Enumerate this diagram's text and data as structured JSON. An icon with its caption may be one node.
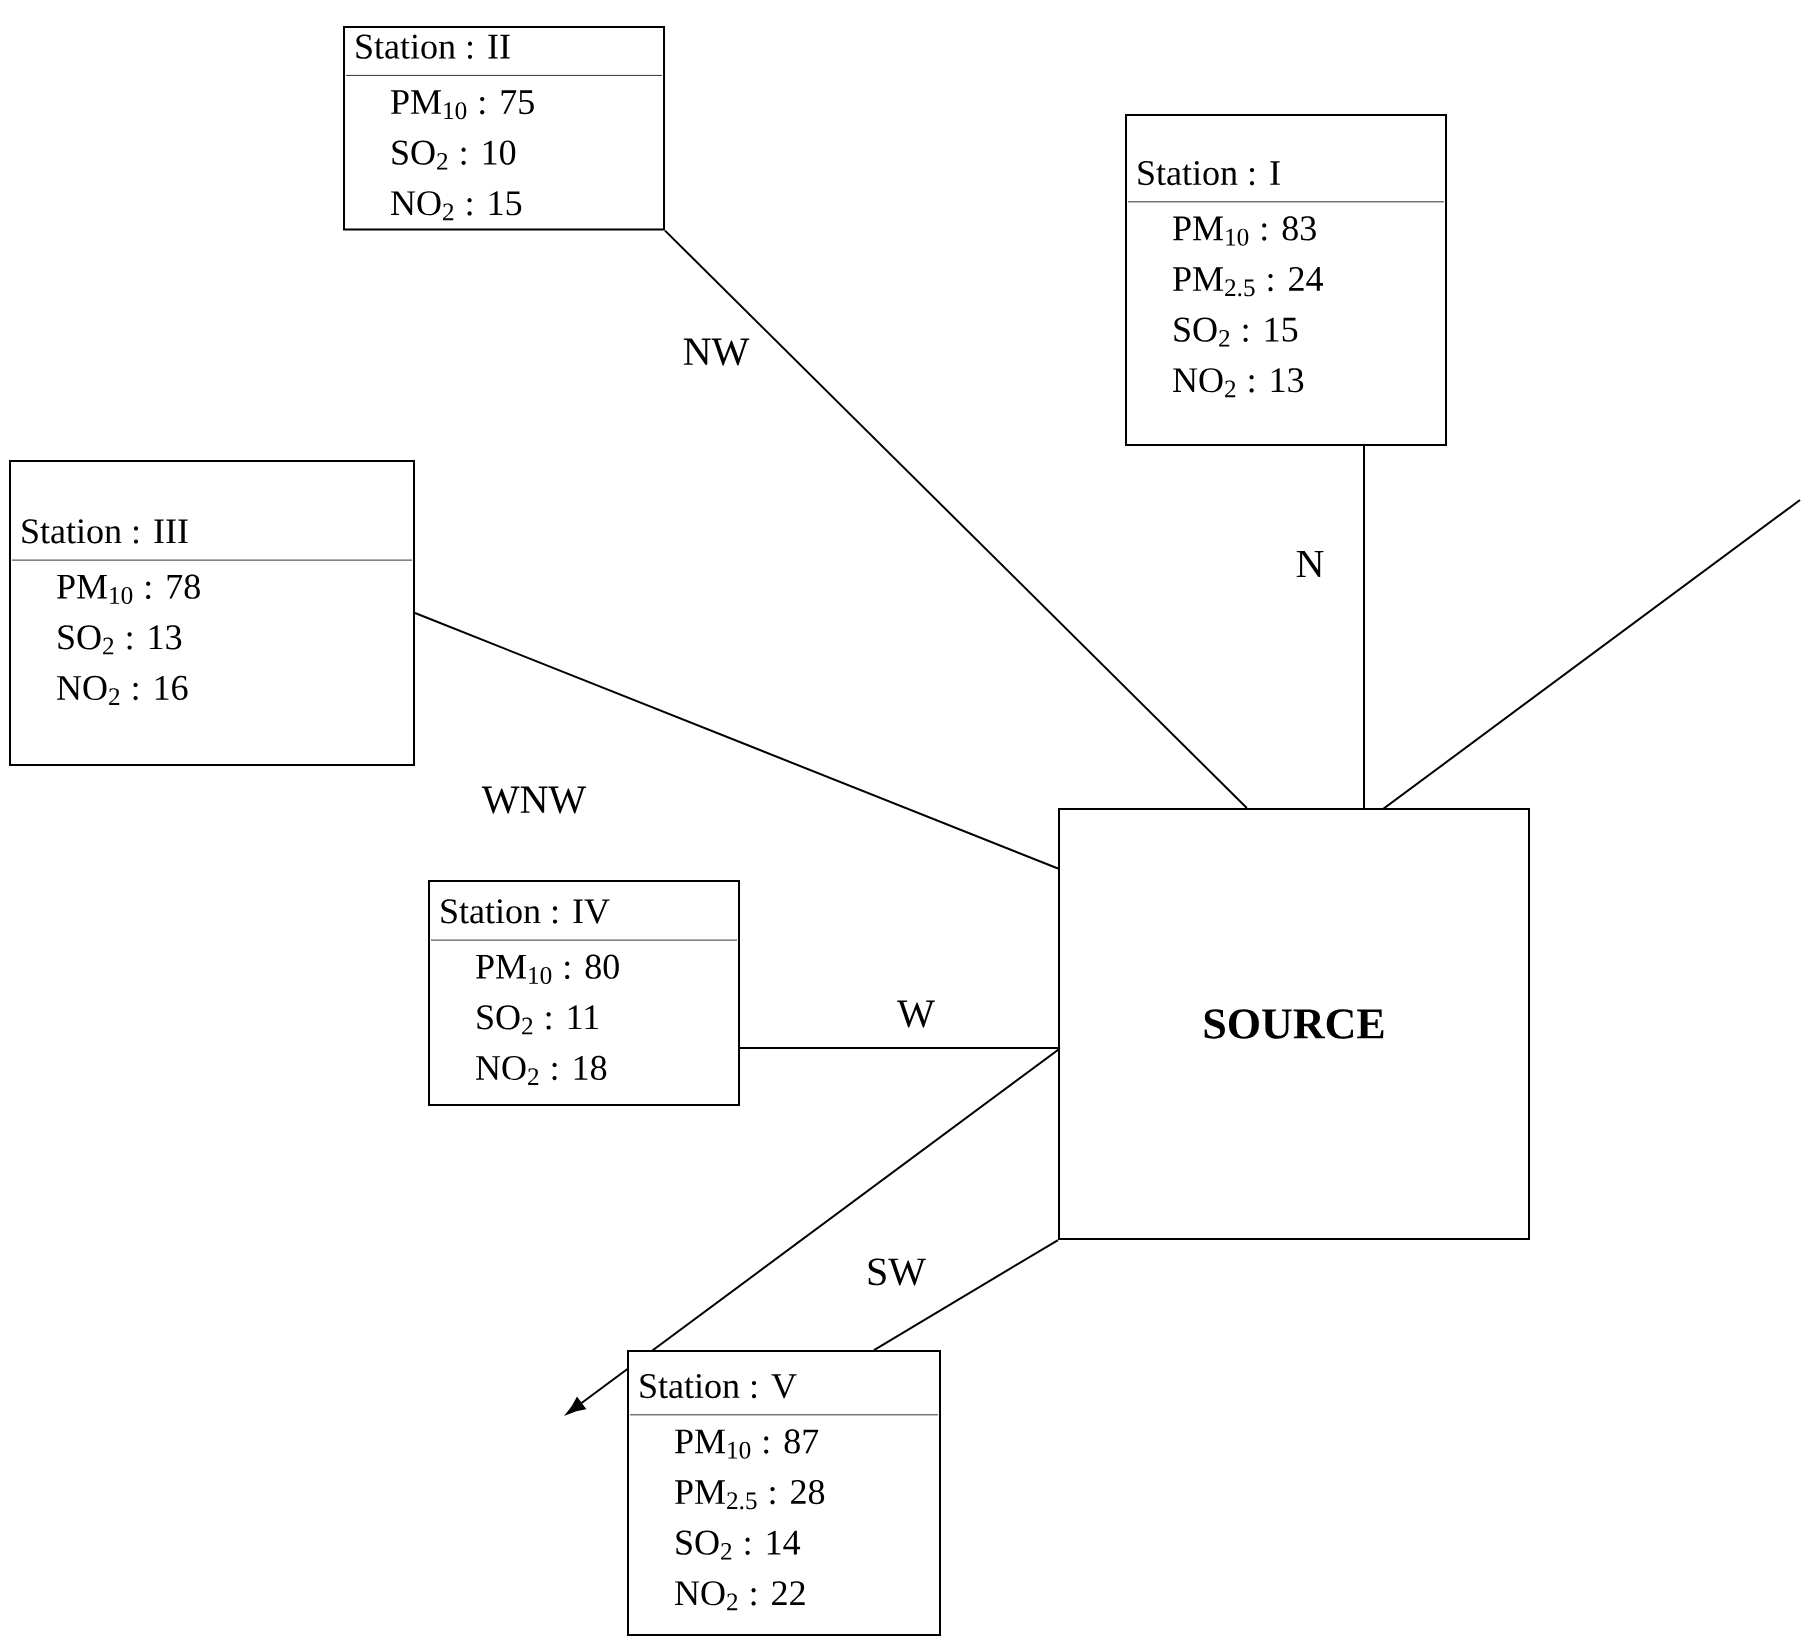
{
  "diagram": {
    "nodes": [
      {
        "text": [
          "SOURCE"
        ]
      },
      {
        "text": [
          "Station : I",
          "PM$_{10}$ : 83",
          "PM$_{2.5}$ : 24",
          "SO$_{2}$ : 15",
          "NO$_{2}$ : 13"
        ]
      },
      {
        "text": [
          "Station : II",
          "PM$_{10}$ : 75",
          "SO$_{2}$ : 10",
          "NO$_{2}$ : 15"
        ]
      },
      {
        "text": [
          "Station : III",
          "PM$_{10}$ : 78",
          "SO$_{2}$ : 13",
          "NO$_{2}$ : 16"
        ]
      },
      {
        "text": [
          "Station : IV",
          "PM$_{10}$ : 80",
          "SO$_{2}$ : 11",
          "NO$_{2}$ : 18"
        ]
      },
      {
        "text": [
          "Station : V",
          "PM$_{10}$ : 87",
          "PM$_{2.5}$ : 28",
          "SO$_{2}$ : 14",
          "NO$_{2}$ : 22"
        ]
      }
    ],
    "edges": [
      {
        "from": 1,
        "to": 0,
        "arrow": "none",
        "label": "N"
      },
      {
        "from": 2,
        "to": 0,
        "arrow": "none",
        "label": "NW"
      },
      {
        "from": 3,
        "to": 0,
        "arrow": "none",
        "label": "WNW"
      },
      {
        "from": 4,
        "to": 0,
        "arrow": "none",
        "label": "W"
      },
      {
        "from": 5,
        "to": 0,
        "arrow": "none",
        "label": "SW"
      }
    ]
  }
}
